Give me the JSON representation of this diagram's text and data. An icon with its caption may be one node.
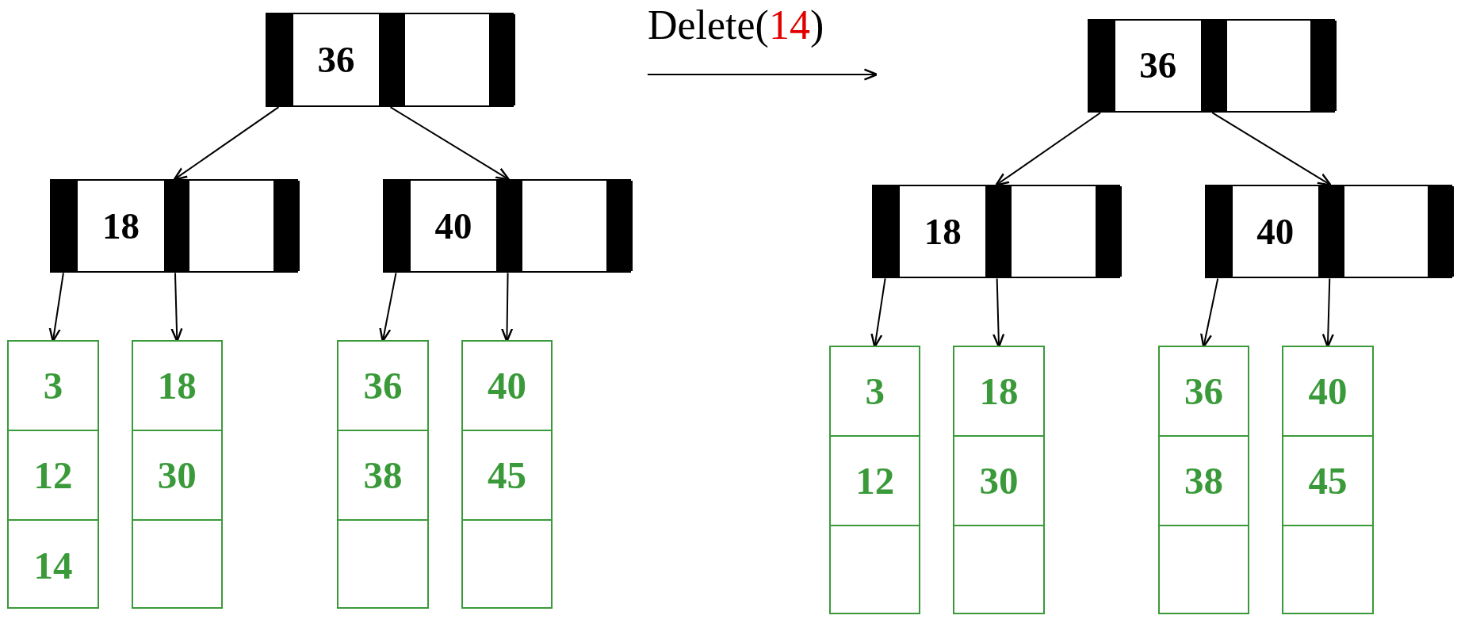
{
  "diagram": {
    "nodes": [
      {
        "text": [
          "36"
        ]
      },
      {
        "text": [
          "18"
        ]
      },
      {
        "text": [
          "40"
        ]
      },
      {
        "text": [
          "3",
          "12",
          "14"
        ]
      },
      {
        "text": [
          "18",
          "30"
        ]
      },
      {
        "text": [
          "36",
          "38"
        ]
      },
      {
        "text": [
          "40",
          "45"
        ]
      },
      {
        "text": [
          "36"
        ]
      },
      {
        "text": [
          "18"
        ]
      },
      {
        "text": [
          "40"
        ]
      },
      {
        "text": [
          "3",
          "12"
        ]
      },
      {
        "text": [
          "18",
          "30"
        ]
      },
      {
        "text": [
          "36",
          "38"
        ]
      },
      {
        "text": [
          "40",
          "45"
        ]
      }
    ],
    "edges": [
      {
        "from": 0,
        "to": 1,
        "arrow": "to"
      },
      {
        "from": 0,
        "to": 2,
        "arrow": "to"
      },
      {
        "from": 1,
        "to": 3,
        "arrow": "to"
      },
      {
        "from": 1,
        "to": 4,
        "arrow": "to"
      },
      {
        "from": 2,
        "to": 5,
        "arrow": "to"
      },
      {
        "from": 2,
        "to": 6,
        "arrow": "to"
      },
      {
        "from": 7,
        "to": 8,
        "arrow": "to"
      },
      {
        "from": 7,
        "to": 9,
        "arrow": "to"
      },
      {
        "from": 8,
        "to": 10,
        "arrow": "to"
      },
      {
        "from": 8,
        "to": 11,
        "arrow": "to"
      },
      {
        "from": 9,
        "to": 12,
        "arrow": "to"
      },
      {
        "from": 9,
        "to": 13,
        "arrow": "to"
      }
    ],
    "labels": [
      "Delete(14)"
    ]
  }
}
